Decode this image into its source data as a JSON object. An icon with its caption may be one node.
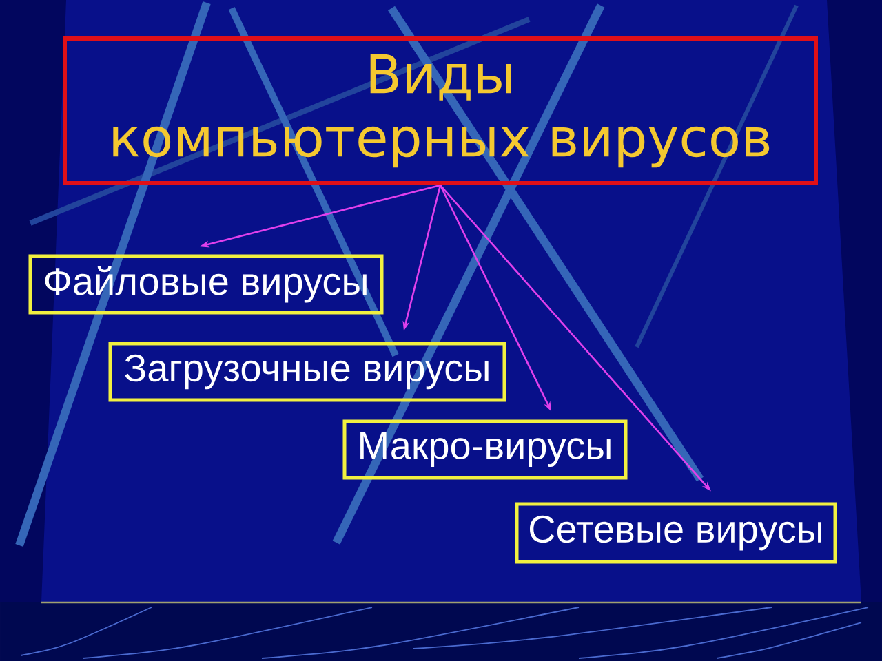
{
  "diagram": {
    "nodes": [
      {
        "text": [
          "Виды компьютерных вирусов"
        ]
      },
      {
        "text": [
          "Файловые вирусы"
        ]
      },
      {
        "text": [
          "Загрузочные вирусы"
        ]
      },
      {
        "text": [
          "Макро-вирусы"
        ]
      },
      {
        "text": [
          "Сетевые вирусы"
        ]
      }
    ],
    "edges": [
      {
        "from": 0,
        "to": 1,
        "arrow": "to"
      },
      {
        "from": 0,
        "to": 2,
        "arrow": "to"
      },
      {
        "from": 0,
        "to": 3,
        "arrow": "to"
      },
      {
        "from": 0,
        "to": 4,
        "arrow": "to"
      }
    ]
  }
}
